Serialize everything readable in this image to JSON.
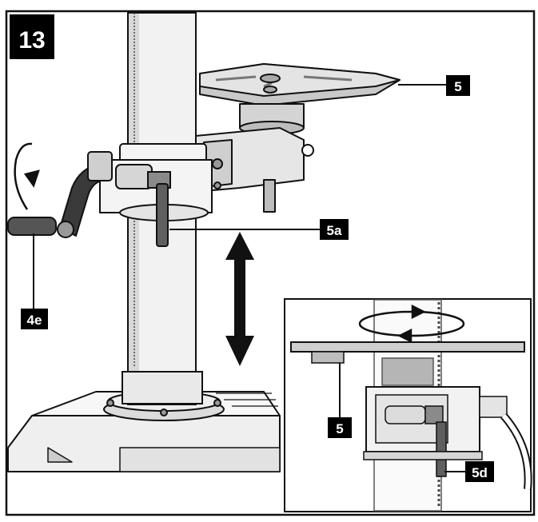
{
  "figure_number": "13",
  "callouts": {
    "table": "5",
    "clamp_lever": "5a",
    "crank_handle": "4e",
    "inset_table": "5",
    "inset_lever": "5d"
  },
  "colors": {
    "line": "#111111",
    "label_bg": "#000000",
    "label_text": "#ffffff",
    "metal_light": "#e6e6e6",
    "metal_mid": "#bdbdbd",
    "metal_dark": "#8a8a8a",
    "background": "#ffffff"
  },
  "icons": [
    "up-down-arrow-icon",
    "rotate-arrow-icon",
    "circular-rotation-arrow-icon"
  ]
}
